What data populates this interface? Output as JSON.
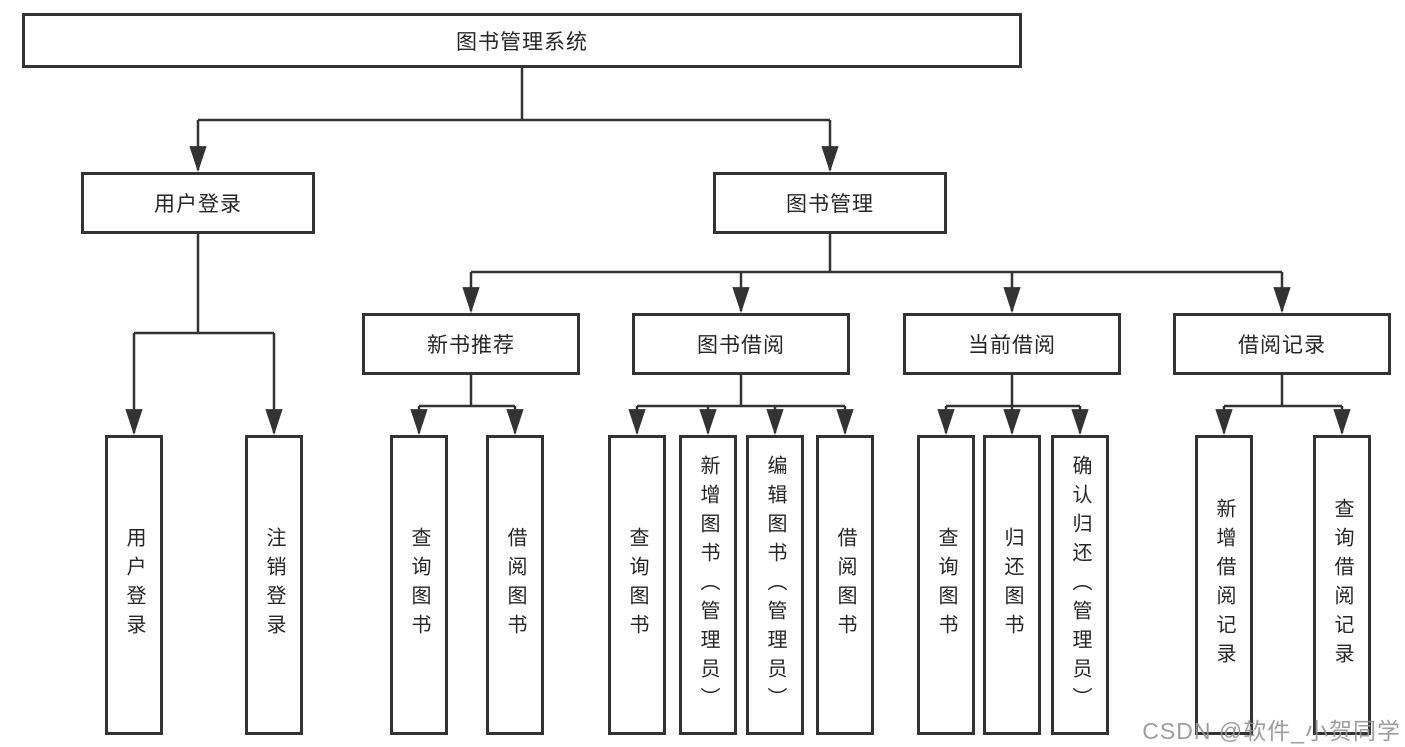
{
  "nodes": {
    "root": "图书管理系统",
    "user_login": "用户登录",
    "book_mgmt": "图书管理",
    "new_book_rec": "新书推荐",
    "book_borrow": "图书借阅",
    "current_borrow": "当前借阅",
    "borrow_records": "借阅记录",
    "leaf_user_login": "用户登录",
    "leaf_logout": "注销登录",
    "leaf_rec_query_book": "查询图书",
    "leaf_rec_borrow_book": "借阅图书",
    "leaf_bb_query_book": "查询图书",
    "leaf_bb_add_book": "新增图书（管理员）",
    "leaf_bb_edit_book": "编辑图书（管理员）",
    "leaf_bb_borrow_book": "借阅图书",
    "leaf_cb_query_book": "查询图书",
    "leaf_cb_return_book": "归还图书",
    "leaf_cb_confirm_return": "确认归还（管理员）",
    "leaf_br_add_record": "新增借阅记录",
    "leaf_br_query_record": "查询借阅记录"
  },
  "watermark": "CSDN @软件_小贺同学",
  "colors": {
    "line": "#333333",
    "box_border": "#333333",
    "text": "#262626",
    "watermark": "#949494",
    "background": "#ffffff"
  }
}
